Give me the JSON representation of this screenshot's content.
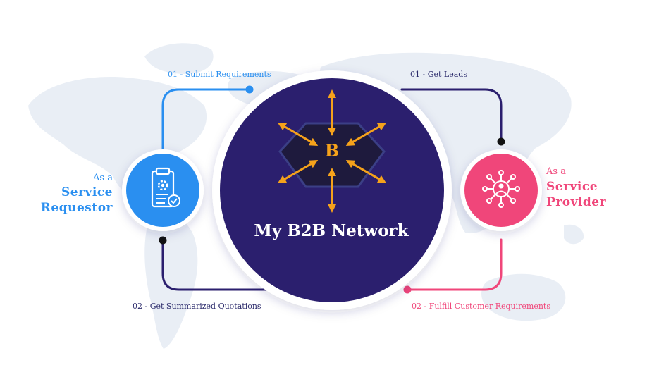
{
  "center": {
    "title": "My B2B Network",
    "logo_letter": "B"
  },
  "requestor": {
    "prefix": "As a",
    "role_line1": "Service",
    "role_line2": "Requestor",
    "icon": "clipboard-gear-check-icon"
  },
  "provider": {
    "prefix": "As a",
    "role_line1": "Service",
    "role_line2": "Provider",
    "icon": "user-network-icon"
  },
  "steps": {
    "submit": "01 - Submit Requirements",
    "leads": "01 - Get Leads",
    "quotations": "02 - Get Summarized Quotations",
    "fulfill": "02 - Fulfill Customer Requirements"
  },
  "colors": {
    "navy": "#2b1f6e",
    "blue": "#2a8ff0",
    "pink": "#f0467a",
    "orange": "#f5a21b",
    "map": "#e9eef5"
  }
}
